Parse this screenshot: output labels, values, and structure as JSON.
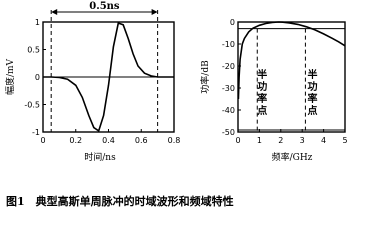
{
  "caption": "图1　典型高斯单周脉冲的时域波形和频域特性",
  "chart_data": [
    {
      "type": "line",
      "title": "",
      "xlabel": "时间/ns",
      "ylabel": "幅度/mV",
      "xlim": [
        0,
        0.8
      ],
      "ylim": [
        -1,
        1
      ],
      "xticks": [
        "0",
        "0.2",
        "0.4",
        "0.6",
        "0.8"
      ],
      "yticks": [
        "1",
        "0.5",
        "0",
        "-0.5",
        "-1"
      ],
      "annotation": "0.5ns",
      "annotation_span": [
        0.05,
        0.7
      ],
      "series": [
        {
          "x": [
            0,
            0.05,
            0.1,
            0.15,
            0.2,
            0.24,
            0.28,
            0.31,
            0.34,
            0.37,
            0.4,
            0.43,
            0.46,
            0.49,
            0.52,
            0.55,
            0.58,
            0.62,
            0.66,
            0.7,
            0.75,
            0.8
          ],
          "values": [
            0,
            0,
            -0.01,
            -0.04,
            -0.15,
            -0.37,
            -0.7,
            -0.92,
            -0.98,
            -0.7,
            -0.15,
            0.55,
            0.98,
            0.95,
            0.7,
            0.42,
            0.2,
            0.07,
            0.02,
            0,
            0,
            0
          ]
        }
      ]
    },
    {
      "type": "line",
      "title": "",
      "xlabel": "频率/GHz",
      "ylabel": "功率/dB",
      "xlim": [
        0,
        5
      ],
      "ylim": [
        -50,
        0
      ],
      "xticks": [
        "0",
        "1",
        "2",
        "3",
        "4",
        "5"
      ],
      "yticks": [
        "0",
        "-10",
        "-20",
        "-30",
        "-40",
        "-50"
      ],
      "annotations": [
        "半功率点",
        "半功率点"
      ],
      "series": [
        {
          "x": [
            0.02,
            0.05,
            0.1,
            0.2,
            0.3,
            0.5,
            0.7,
            1.0,
            1.3,
            1.6,
            1.9,
            2.1,
            2.4,
            2.8,
            3.2,
            3.6,
            4.0,
            4.4,
            4.7,
            5.0
          ],
          "values": [
            -35,
            -25,
            -17,
            -10,
            -7.5,
            -4.5,
            -2.8,
            -1.5,
            -0.7,
            -0.2,
            0,
            -0.1,
            -0.4,
            -1.1,
            -2.2,
            -3.6,
            -5.4,
            -7.4,
            -9,
            -10.8
          ]
        }
      ]
    }
  ]
}
